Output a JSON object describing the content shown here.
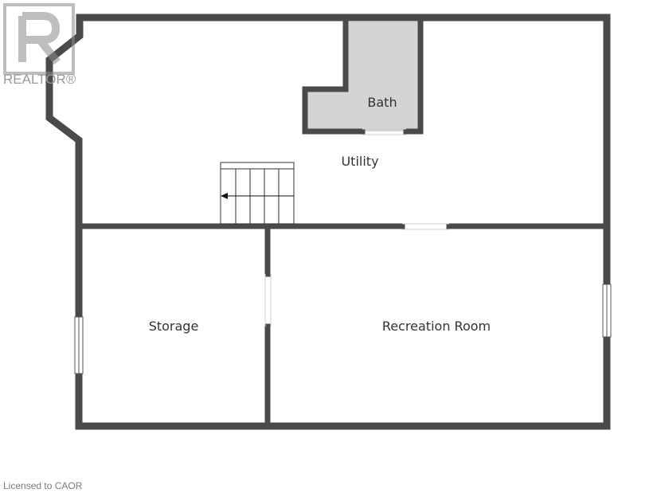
{
  "floor_plan": {
    "rooms": [
      {
        "id": "bath",
        "label": "Bath"
      },
      {
        "id": "utility",
        "label": "Utility"
      },
      {
        "id": "storage",
        "label": "Storage"
      },
      {
        "id": "recreation",
        "label": "Recreation Room"
      }
    ]
  },
  "watermark": {
    "brand": "REALTOR®",
    "icon": "realtor-r-logo-icon"
  },
  "footer": {
    "license": "Licensed to CAOR"
  },
  "colors": {
    "wall": "#4a4a4a",
    "bath_fill": "#d4d4d4",
    "background": "#ffffff"
  }
}
